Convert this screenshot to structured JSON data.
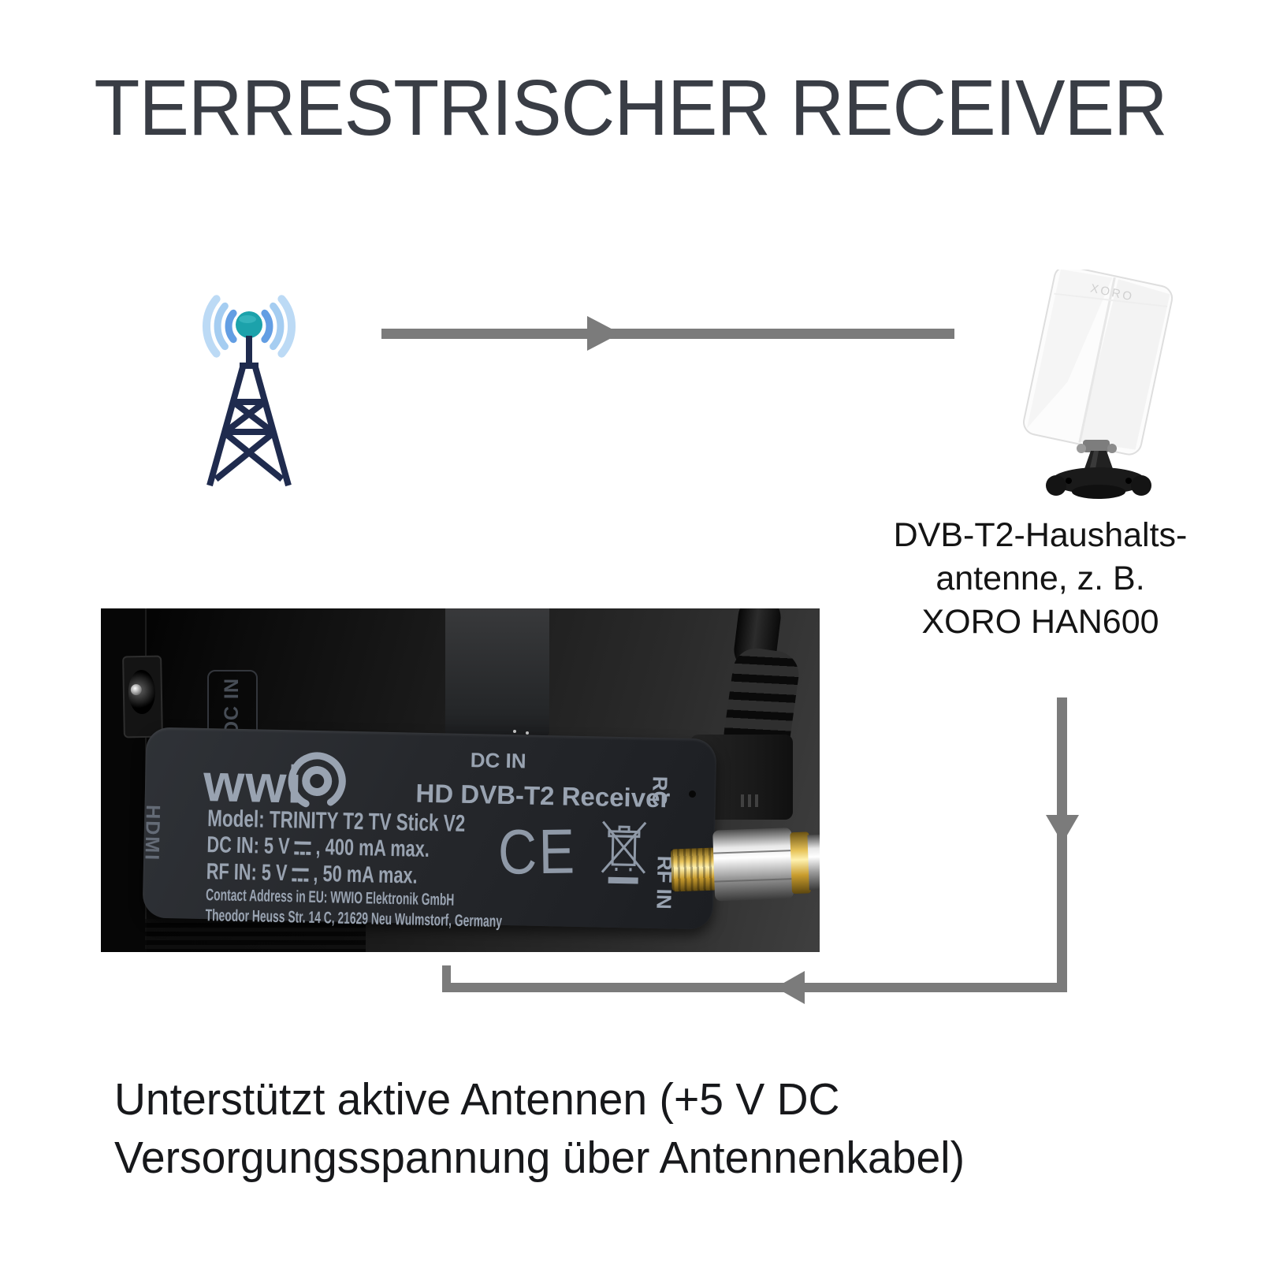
{
  "title": "TERRESTRISCHER RECEIVER",
  "flow": {
    "tower_icon": "radio-tower-broadcast-icon",
    "antenna_icon": "indoor-panel-antenna-icon",
    "antenna_logo": "XORO",
    "arrow_color": "#7b7b7b",
    "caption": {
      "line1": "DVB-T2-Haushalts-",
      "line2": "antenne, z. B.",
      "line3": "XORO HAN600"
    }
  },
  "photo": {
    "tv_panel": {
      "dc_in_label": "DC IN"
    },
    "stick": {
      "hdmi_label": "HDMI",
      "brand": "wwi",
      "brand_logo_icon": "wwio-spiral-o-logo",
      "dc_in_label": "DC IN",
      "product_name": "HD DVB-T2 Receiver",
      "rc_label": "RC",
      "rf_in_label": "RF IN",
      "model_line": "Model: TRINITY T2 TV Stick V2",
      "dc_spec_prefix": "DC IN: 5 V",
      "dc_spec_suffix": ", 400 mA max.",
      "rf_spec_prefix": "RF IN: 5 V",
      "rf_spec_suffix": ", 50 mA max.",
      "contact_line1": "Contact Address in EU: WWIO Elektronik GmbH",
      "contact_line2": "Theodor Heuss Str. 14 C, 21629 Neu Wulmstorf, Germany",
      "ce_mark": "CE",
      "weee_icon": "weee-crossed-out-bin-icon",
      "ir_sensor_icon": "ir-sensor-hole"
    }
  },
  "footer": {
    "line1": "Unterstützt aktive Antennen (+5 V DC",
    "line2": "Versorgungsspannung über Antennenkabel)"
  },
  "colors": {
    "title_text": "#393d45",
    "body_text": "#17181b",
    "arrow_gray": "#7b7b7b",
    "tower_navy": "#1f2b4e",
    "tower_teal": "#1ca2ab",
    "wave_blue_light": "#bcdaf5",
    "wave_blue_medium": "#639ee3",
    "stick_text_gray": "#99a3b1",
    "stick_body": "#26282c"
  }
}
